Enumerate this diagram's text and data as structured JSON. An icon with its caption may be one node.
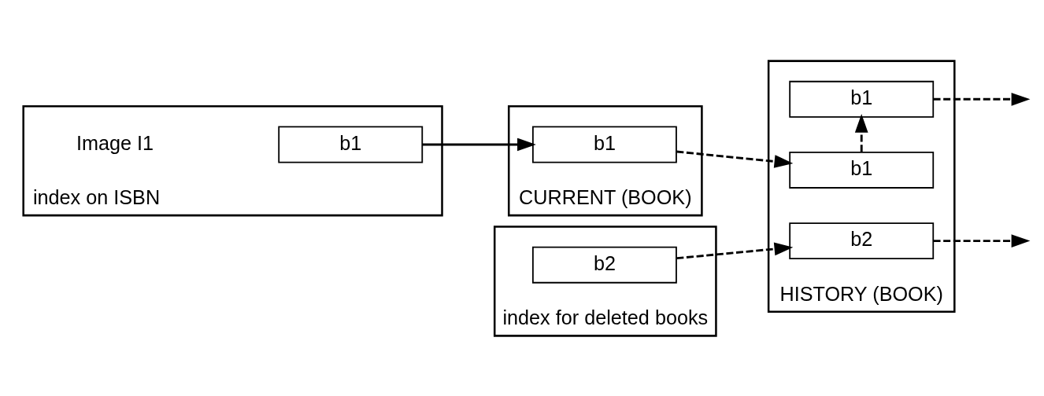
{
  "diagram": {
    "nodes": [
      {
        "text": [
          "index on ISBN"
        ],
        "beside": [
          "Image I1"
        ]
      },
      {
        "text": [
          "b1"
        ],
        "in": 0
      },
      {
        "text": [
          "CURRENT (BOOK)"
        ]
      },
      {
        "text": [
          "b1"
        ],
        "in": 2
      },
      {
        "text": [
          "HISTORY (BOOK)"
        ]
      },
      {
        "text": [
          "b1"
        ],
        "in": 4
      },
      {
        "text": [
          "b1"
        ],
        "in": 4
      },
      {
        "text": [
          "b2"
        ],
        "in": 4
      },
      {
        "text": [
          "index for deleted books"
        ]
      },
      {
        "text": [
          "b2"
        ],
        "in": 8
      }
    ],
    "edges": [
      {
        "from": 1,
        "to": 3,
        "arrow": "to"
      },
      {
        "from": 3,
        "to": 6,
        "arrow": "to",
        "style": "dashed"
      },
      {
        "from": 6,
        "to": 5,
        "arrow": "to",
        "style": "dashed"
      },
      {
        "from": 5,
        "to": null,
        "arrow": "to",
        "style": "dashed"
      },
      {
        "from": 7,
        "to": null,
        "arrow": "to",
        "style": "dashed"
      },
      {
        "from": 9,
        "to": 7,
        "arrow": "to",
        "style": "dashed"
      }
    ]
  }
}
